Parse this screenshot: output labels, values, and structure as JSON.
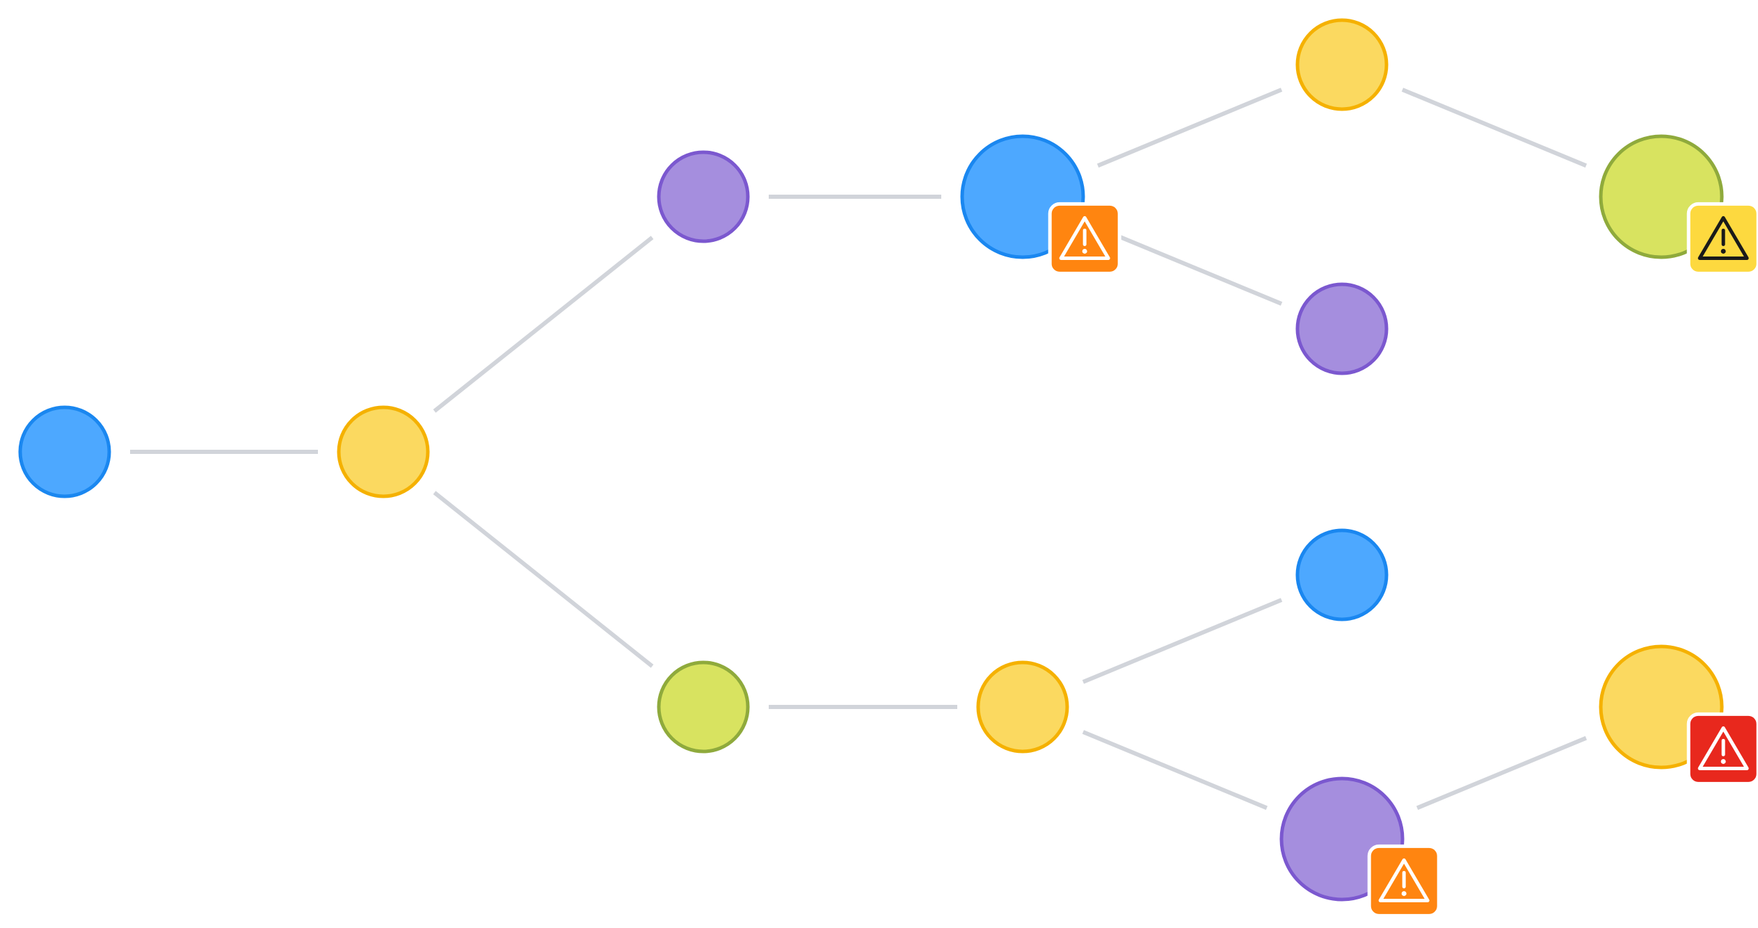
{
  "diagram": {
    "edge_color": "#d1d4da",
    "palette": {
      "blue": {
        "fill": "#4da8ff",
        "stroke": "#1a87f0"
      },
      "yellow": {
        "fill": "#fbd960",
        "stroke": "#f5b100"
      },
      "purple": {
        "fill": "#a58ede",
        "stroke": "#7b58cf"
      },
      "lime": {
        "fill": "#d8e360",
        "stroke": "#8faa3c"
      }
    },
    "badge_colors": {
      "orange": {
        "fill": "#ff8510",
        "icon": "#ffffff"
      },
      "yellow": {
        "fill": "#fdd93f",
        "icon": "#1a1a1a"
      },
      "red": {
        "fill": "#e8281d",
        "icon": "#ffffff"
      }
    },
    "nodes": [
      {
        "id": "n1",
        "color": "blue",
        "large": false,
        "warning": null
      },
      {
        "id": "n2",
        "color": "yellow",
        "large": false,
        "warning": null
      },
      {
        "id": "n3",
        "color": "purple",
        "large": false,
        "warning": null
      },
      {
        "id": "n4",
        "color": "lime",
        "large": false,
        "warning": null
      },
      {
        "id": "n5",
        "color": "blue",
        "large": true,
        "warning": "orange"
      },
      {
        "id": "n6",
        "color": "yellow",
        "large": false,
        "warning": null
      },
      {
        "id": "n7",
        "color": "yellow",
        "large": false,
        "warning": null
      },
      {
        "id": "n8",
        "color": "purple",
        "large": false,
        "warning": null
      },
      {
        "id": "n9",
        "color": "lime",
        "large": true,
        "warning": "yellow"
      },
      {
        "id": "n10",
        "color": "blue",
        "large": false,
        "warning": null
      },
      {
        "id": "n11",
        "color": "purple",
        "large": true,
        "warning": "orange"
      },
      {
        "id": "n12",
        "color": "yellow",
        "large": true,
        "warning": "red"
      }
    ],
    "edges": [
      {
        "from": "n1",
        "to": "n2"
      },
      {
        "from": "n2",
        "to": "n3"
      },
      {
        "from": "n2",
        "to": "n4"
      },
      {
        "from": "n3",
        "to": "n5"
      },
      {
        "from": "n4",
        "to": "n6"
      },
      {
        "from": "n5",
        "to": "n7"
      },
      {
        "from": "n5",
        "to": "n8"
      },
      {
        "from": "n7",
        "to": "n9"
      },
      {
        "from": "n6",
        "to": "n10"
      },
      {
        "from": "n6",
        "to": "n11"
      },
      {
        "from": "n11",
        "to": "n12"
      }
    ]
  }
}
